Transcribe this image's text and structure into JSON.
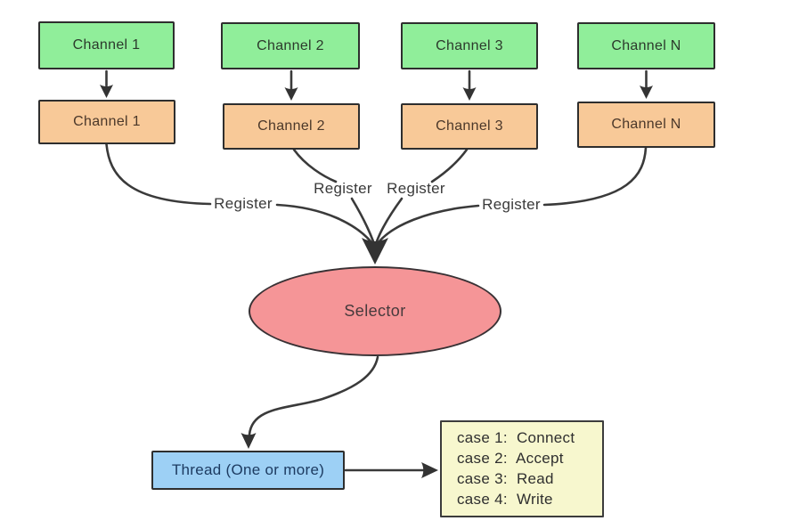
{
  "colors": {
    "channel_source_fill": "#90ee9a",
    "channel_registered_fill": "#f8c998",
    "selector_fill": "#f59597",
    "thread_fill": "#9dd0f5",
    "case_fill": "#f7f7ce",
    "line": "#3a3a3a"
  },
  "top_row": {
    "items": [
      {
        "label": "Channel 1"
      },
      {
        "label": "Channel 2"
      },
      {
        "label": "Channel 3"
      },
      {
        "label": "Channel N"
      }
    ]
  },
  "registered_row": {
    "items": [
      {
        "label": "Channel 1"
      },
      {
        "label": "Channel 2"
      },
      {
        "label": "Channel 3"
      },
      {
        "label": "Channel N"
      }
    ]
  },
  "register_labels": {
    "left": "Register",
    "mid1": "Register",
    "mid2": "Register",
    "right": "Register"
  },
  "selector": {
    "label": "Selector"
  },
  "thread": {
    "label": "Thread (One or more)"
  },
  "case_box": {
    "lines": [
      "case 1:  Connect",
      "case 2:  Accept",
      "case 3:  Read",
      "case 4:  Write"
    ]
  }
}
